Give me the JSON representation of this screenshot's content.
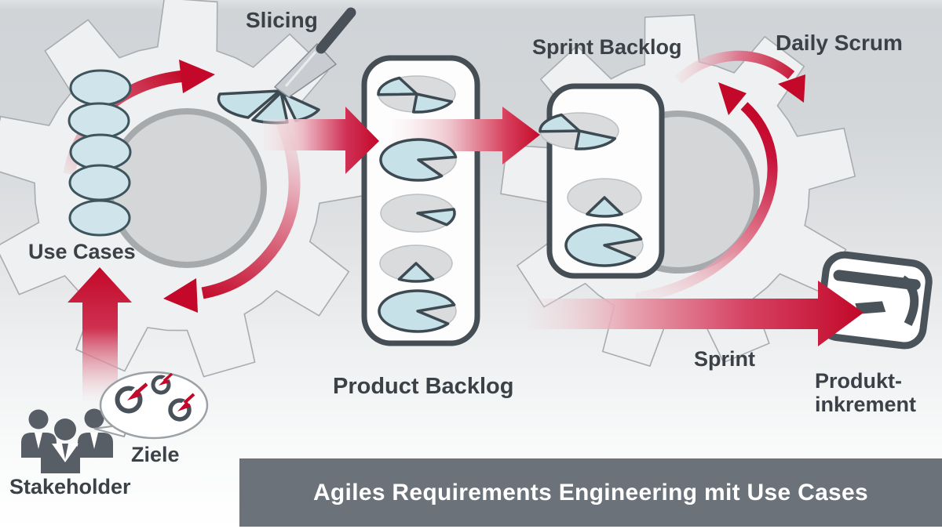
{
  "diagram": {
    "labels": {
      "slicing": "Slicing",
      "use_cases": "Use Cases",
      "product_backlog": "Product Backlog",
      "sprint_backlog": "Sprint Backlog",
      "daily_scrum": "Daily Scrum",
      "sprint": "Sprint",
      "produkt_line1": "Produkt-",
      "produkt_line2": "inkrement",
      "stakeholder": "Stakeholder",
      "ziele": "Ziele"
    },
    "banner": {
      "title": "Agiles Requirements Engineering mit Use Cases"
    },
    "colors": {
      "accent_red": "#c30829",
      "slate_outline": "#4a525a",
      "use_case_blue": "#c7e1e9",
      "pie_gray": "#d9dbdc",
      "gear_fill": "#eef0f1",
      "gear_inner": "#d4d6d8",
      "banner_bg": "#6b727a",
      "label_text": "#3b4147"
    },
    "flow_order": [
      "Stakeholder",
      "Ziele",
      "Use Cases",
      "Slicing",
      "Product Backlog",
      "Sprint Backlog",
      "Daily Scrum",
      "Sprint",
      "Produktinkrement"
    ]
  }
}
